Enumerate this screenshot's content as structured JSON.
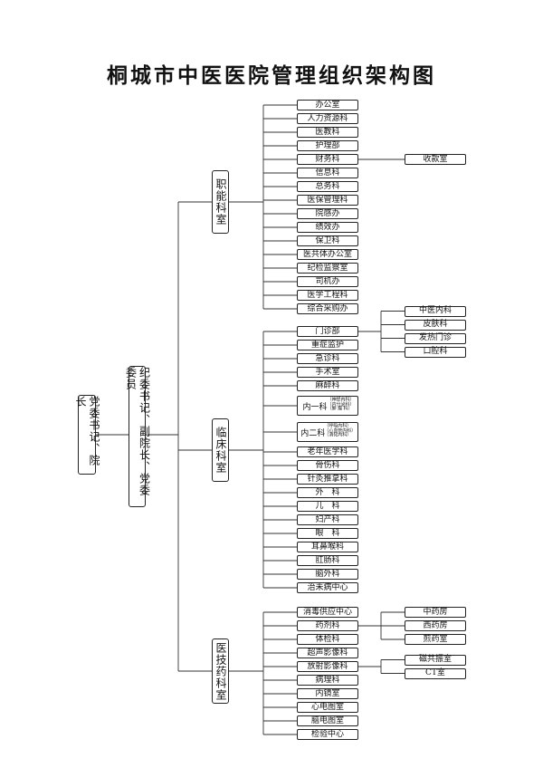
{
  "title": "桐城市中医医院管理组织架构图",
  "root": "党委书记、院长",
  "level2": "纪委书记、副院长、党委委员",
  "divisions": [
    {
      "name": "职能科室",
      "items": [
        "办公室",
        "人力资源科",
        "医教科",
        "护理部",
        "财务科",
        "信息科",
        "总务科",
        "医保管理科",
        "院感办",
        "绩效办",
        "保卫科",
        "医共体办公室",
        "纪检监察室",
        "司机办",
        "医学工程科",
        "综合采购办"
      ],
      "sub": {
        "财务科": [
          "收款室"
        ]
      }
    },
    {
      "name": "临床科室",
      "items": [
        "门诊部",
        "重症监护",
        "急诊科",
        "手术室",
        "麻醉科",
        "内一科",
        "内二科",
        "老年医学科",
        "骨伤科",
        "针灸推拿科",
        "外　科",
        "儿　科",
        "妇产科",
        "眼　科",
        "耳鼻喉科",
        "肛肠科",
        "脑外科",
        "治未病中心"
      ],
      "compound": {
        "内一科": {
          "main": "内一科",
          "sub": [
            "（神经内科）",
            "（内分泌科）",
            "（肿 瘤 科）"
          ]
        },
        "内二科": {
          "main": "内二科",
          "sub": [
            "（呼吸内科）",
            "（心血管内科）",
            "（消化内科）"
          ]
        }
      },
      "sub": {
        "门诊部": [
          "中医内科",
          "皮肤科",
          "发热门诊",
          "口腔科"
        ]
      }
    },
    {
      "name": "医技药科室",
      "items": [
        "消毒供应中心",
        "药剂科",
        "体检科",
        "超声影像科",
        "放射影像科",
        "病理科",
        "内镜室",
        "心电图室",
        "脑电图室",
        "检验中心"
      ],
      "sub": {
        "药剂科": [
          "中药房",
          "西药房",
          "煎药室"
        ],
        "放射影像科": [
          "磁共振室",
          "CT室"
        ]
      }
    }
  ]
}
